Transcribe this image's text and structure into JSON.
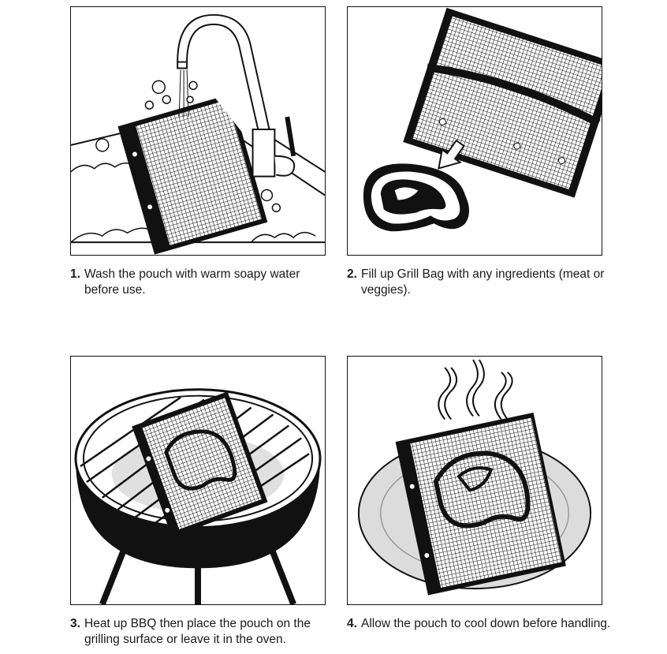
{
  "steps": [
    {
      "number": "1.",
      "text": "Wash the pouch with warm soapy water before use.",
      "illustration": "faucet-washing-pouch-icon"
    },
    {
      "number": "2.",
      "text": "Fill up Grill Bag with any ingredients (meat or veggies).",
      "illustration": "steak-into-bag-icon"
    },
    {
      "number": "3.",
      "text": "Heat up BBQ then place the pouch on the grilling surface or leave it in the oven.",
      "illustration": "bbq-grill-pouch-icon"
    },
    {
      "number": "4.",
      "text": "Allow the pouch to cool down before handling.",
      "illustration": "steaming-plate-pouch-icon"
    }
  ],
  "colors": {
    "ink": "#111111",
    "plate": "#dcdcdc",
    "background": "#ffffff"
  }
}
